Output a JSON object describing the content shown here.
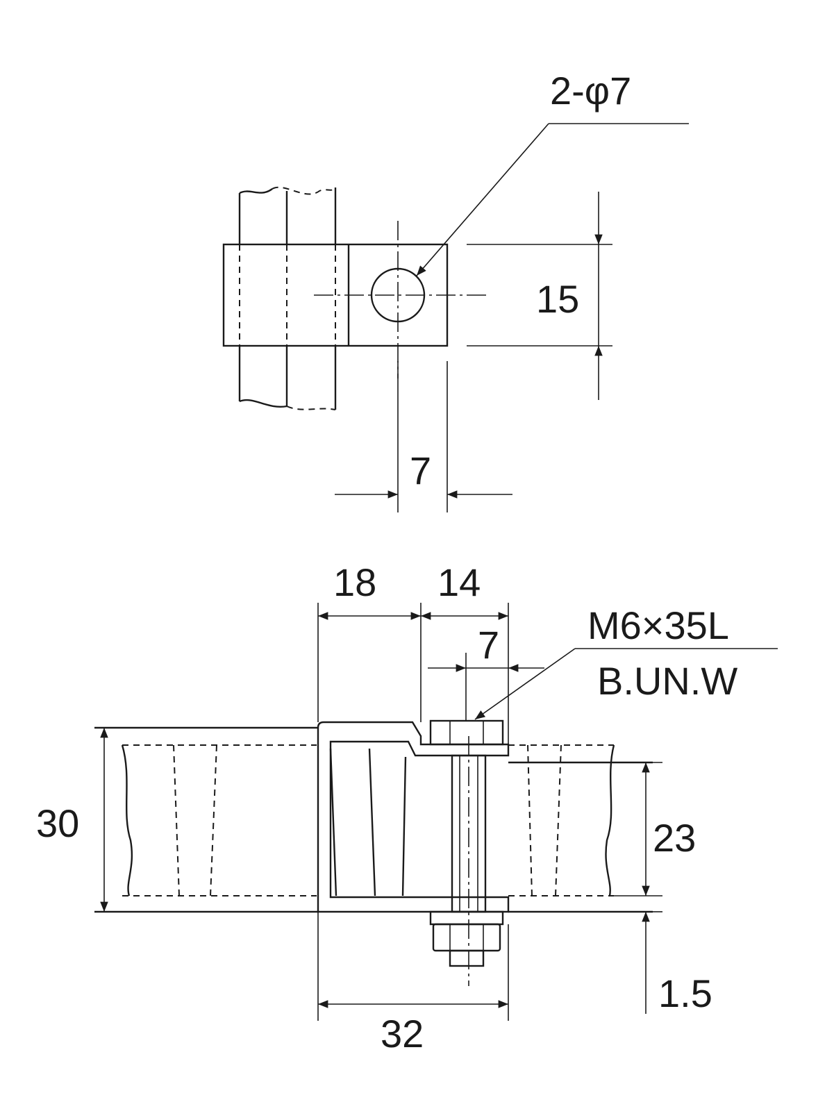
{
  "top_view": {
    "hole_callout": "2-φ7",
    "height_dim": "15",
    "offset_dim": "7"
  },
  "side_view": {
    "dim_18": "18",
    "dim_14": "14",
    "dim_7": "7",
    "bolt_spec": "M6×35L",
    "bolt_parts": "B.UN.W",
    "dim_30": "30",
    "dim_23": "23",
    "dim_1_5": "1.5",
    "dim_32": "32"
  }
}
